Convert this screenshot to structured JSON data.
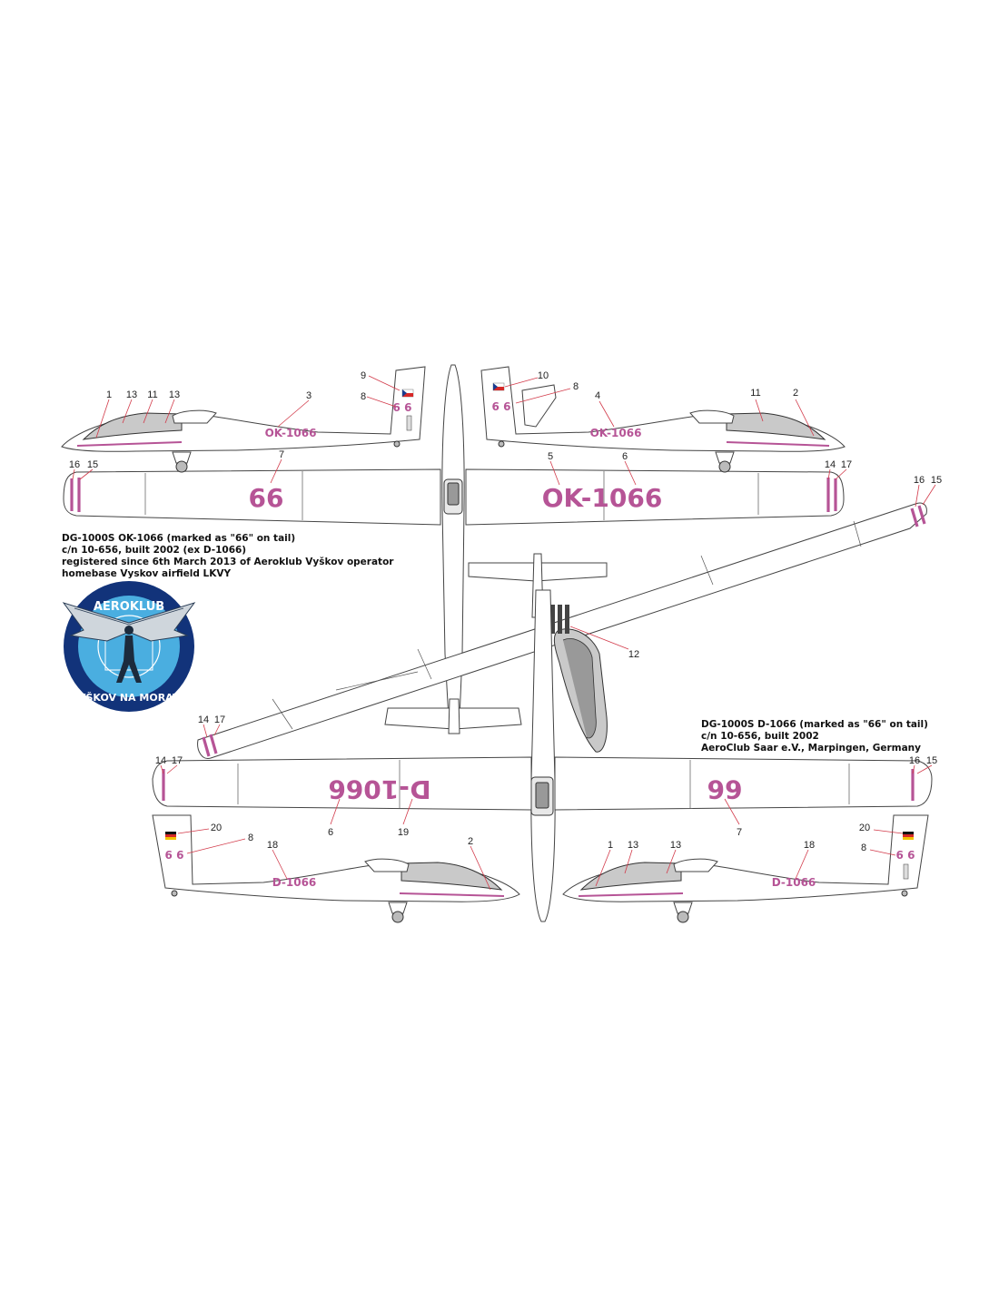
{
  "captions": {
    "czech": [
      "DG-1000S  OK-1066 (marked as \"66\" on tail)",
      "c/n 10-656, built 2002 (ex D-1066)",
      "registered since 6th March 2013 of Aeroklub Vyškov operator",
      "homebase Vyskov airfield LKVY"
    ],
    "german": [
      "DG-1000S  D-1066 (marked as \"66\" on tail)",
      "c/n 10-656, built 2002",
      "AeroClub Saar e.V., Marpingen, Germany"
    ]
  },
  "logo": {
    "top_text": "AEROKLUB",
    "bottom_text": "VYŠKOV NA MORAVĚ",
    "colors": {
      "ring": "#12337a",
      "inner": "#4aaee0",
      "text": "#ffffff"
    }
  },
  "markings": {
    "ok_reg": "OK-1066",
    "d_reg": "D-1066",
    "tail_code": "66",
    "tail_digits": "6 6",
    "color": "#b65496"
  },
  "callouts": {
    "top_left_side": [
      "1",
      "13",
      "11",
      "13",
      "3",
      "9",
      "8"
    ],
    "top_right_side": [
      "10",
      "8",
      "4",
      "11",
      "2"
    ],
    "top_wing": [
      "16",
      "15",
      "7",
      "5",
      "6",
      "14",
      "17"
    ],
    "diag_wing": [
      "16",
      "15",
      "14",
      "17",
      "12"
    ],
    "bottom_wing": [
      "14",
      "17",
      "6",
      "19",
      "7",
      "16",
      "15"
    ],
    "bottom_left_side": [
      "20",
      "8",
      "18",
      "2"
    ],
    "bottom_right_side": [
      "1",
      "13",
      "13",
      "18",
      "20",
      "8"
    ]
  }
}
